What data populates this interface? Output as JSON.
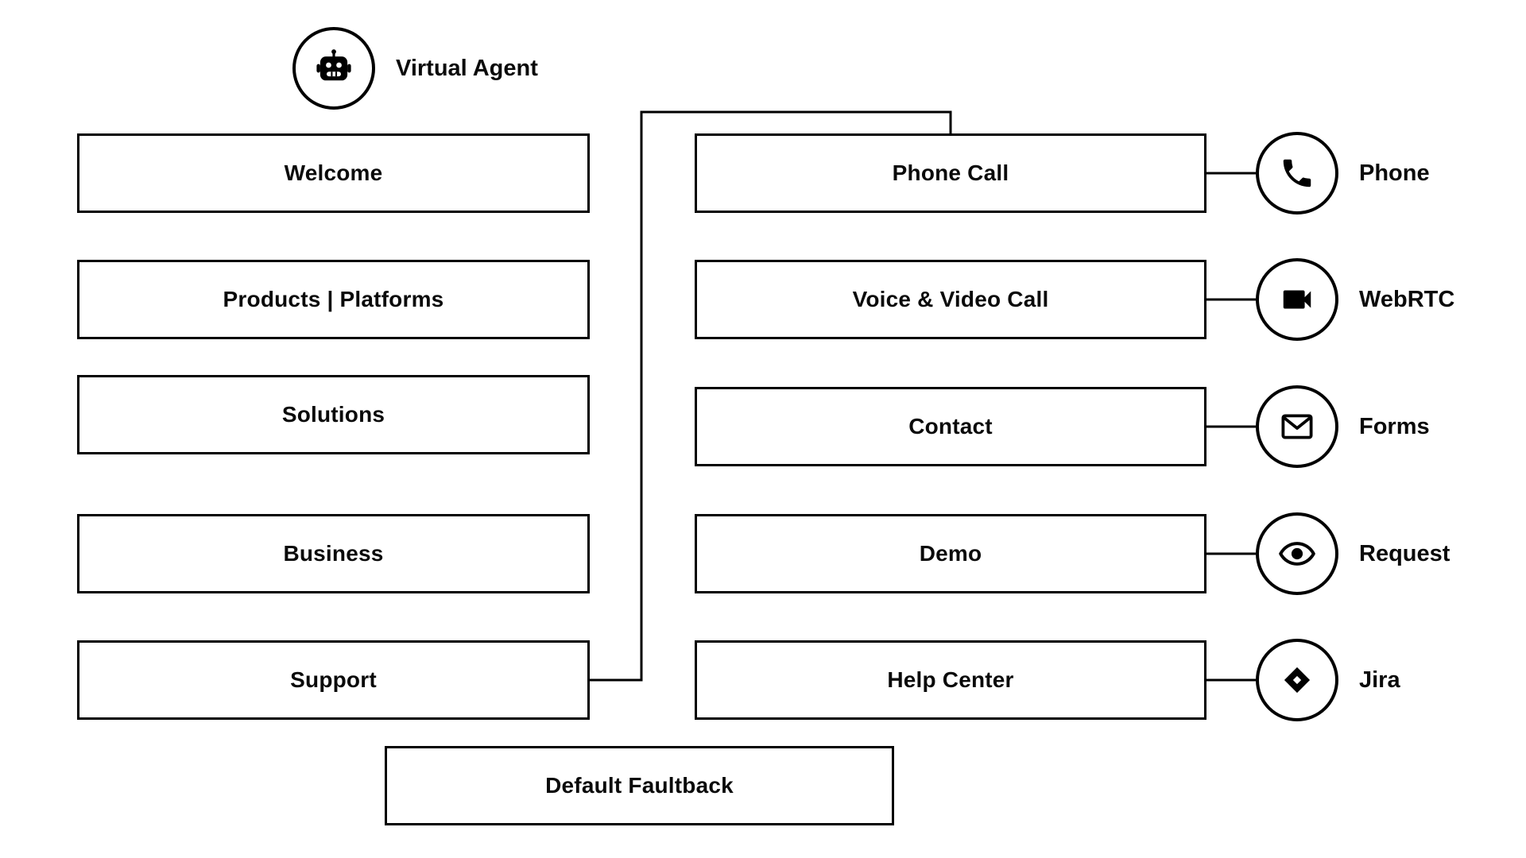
{
  "agent": {
    "label": "Virtual Agent",
    "icon": "robot-icon"
  },
  "left_nodes": [
    {
      "label": "Welcome"
    },
    {
      "label": "Products | Platforms"
    },
    {
      "label": "Solutions"
    },
    {
      "label": "Business"
    },
    {
      "label": "Support"
    }
  ],
  "right_nodes": [
    {
      "label": "Phone Call",
      "channel": "Phone",
      "icon": "phone-icon"
    },
    {
      "label": "Voice & Video Call",
      "channel": "WebRTC",
      "icon": "video-camera-icon"
    },
    {
      "label": "Contact",
      "channel": "Forms",
      "icon": "envelope-icon"
    },
    {
      "label": "Demo",
      "channel": "Request",
      "icon": "eye-icon"
    },
    {
      "label": "Help Center",
      "channel": "Jira",
      "icon": "jira-diamond-icon"
    }
  ],
  "fallback_node": {
    "label": "Default Faultback"
  },
  "connections": {
    "description": "Support routes up and over into Phone Call; each right node links to its channel icon"
  },
  "colors": {
    "stroke": "#000000",
    "background": "#ffffff"
  }
}
